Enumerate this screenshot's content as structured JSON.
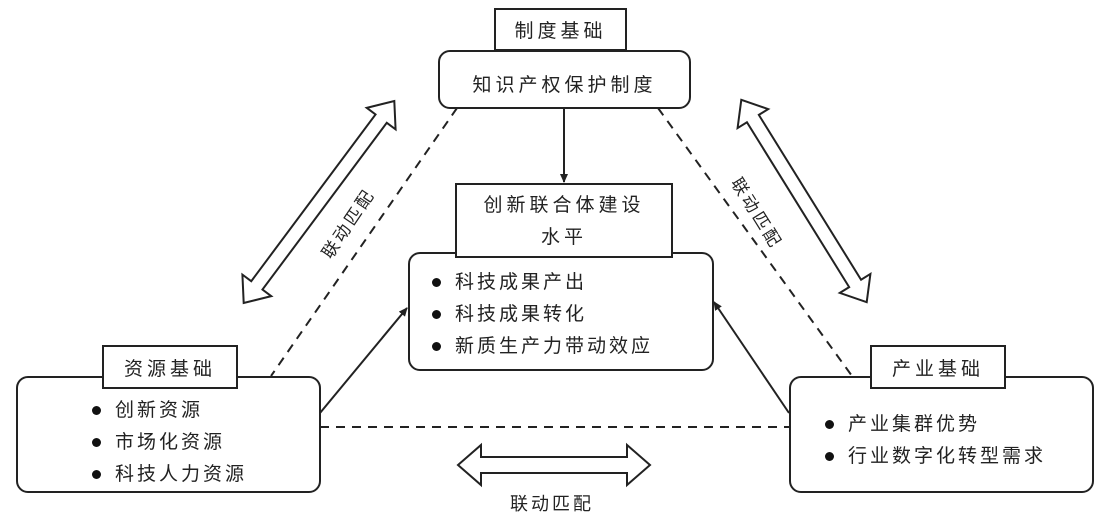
{
  "top": {
    "label": "制度基础",
    "content": "知识产权保护制度"
  },
  "center": {
    "title_lines": [
      "创新联合体建设",
      "水平"
    ],
    "items": [
      "科技成果产出",
      "科技成果转化",
      "新质生产力带动效应"
    ]
  },
  "left": {
    "label": "资源基础",
    "items": [
      "创新资源",
      "市场化资源",
      "科技人力资源"
    ]
  },
  "right": {
    "label": "产业基础",
    "items": [
      "产业集群优势",
      "行业数字化转型需求"
    ]
  },
  "links": {
    "left_label": "联动匹配",
    "right_label": "联动匹配",
    "bottom_label": "联动匹配"
  },
  "colors": {
    "stroke": "#222222",
    "background": "#ffffff"
  }
}
